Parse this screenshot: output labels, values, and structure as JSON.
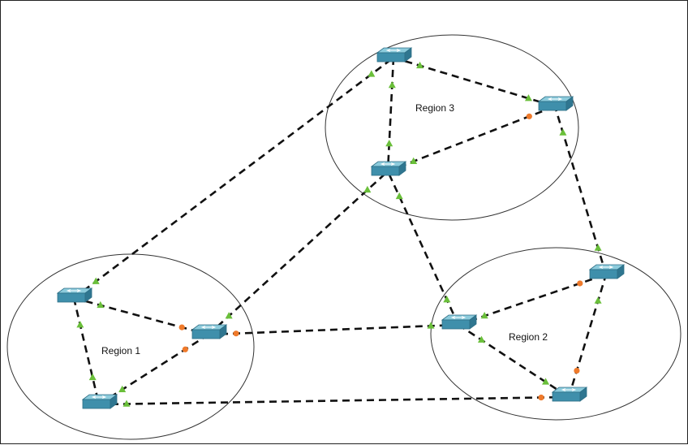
{
  "regions": [
    {
      "id": "r1",
      "label": "Region 1"
    },
    {
      "id": "r2",
      "label": "Region 2"
    },
    {
      "id": "r3",
      "label": "Region 3"
    }
  ],
  "switches": [
    {
      "id": "s1a",
      "region": "r1",
      "icon": "network-switch-icon"
    },
    {
      "id": "s1b",
      "region": "r1",
      "icon": "network-switch-icon"
    },
    {
      "id": "s1c",
      "region": "r1",
      "icon": "network-switch-icon"
    },
    {
      "id": "s2a",
      "region": "r2",
      "icon": "network-switch-icon"
    },
    {
      "id": "s2b",
      "region": "r2",
      "icon": "network-switch-icon"
    },
    {
      "id": "s2c",
      "region": "r2",
      "icon": "network-switch-icon"
    },
    {
      "id": "s3a",
      "region": "r3",
      "icon": "network-switch-icon"
    },
    {
      "id": "s3b",
      "region": "r3",
      "icon": "network-switch-icon"
    },
    {
      "id": "s3c",
      "region": "r3",
      "icon": "network-switch-icon"
    }
  ],
  "links": [
    {
      "from": "s1a",
      "to": "s1b",
      "from_end": "up",
      "to_end": "down"
    },
    {
      "from": "s1a",
      "to": "s1c",
      "from_end": "up",
      "to_end": "up"
    },
    {
      "from": "s1b",
      "to": "s1c",
      "from_end": "down",
      "to_end": "up"
    },
    {
      "from": "s1c",
      "to": "s2c",
      "from_end": "up",
      "to_end": "down"
    },
    {
      "from": "s1b",
      "to": "s2a",
      "from_end": "down",
      "to_end": "up"
    },
    {
      "from": "s1b",
      "to": "s3c",
      "from_end": "up",
      "to_end": "up"
    },
    {
      "from": "s1a",
      "to": "s3a",
      "from_end": "up",
      "to_end": "up"
    },
    {
      "from": "s2a",
      "to": "s2b",
      "from_end": "up",
      "to_end": "down"
    },
    {
      "from": "s2a",
      "to": "s2c",
      "from_end": "up",
      "to_end": "up"
    },
    {
      "from": "s2c",
      "to": "s2b",
      "from_end": "down",
      "to_end": "up"
    },
    {
      "from": "s2a",
      "to": "s3c",
      "from_end": "up",
      "to_end": "up"
    },
    {
      "from": "s2b",
      "to": "s3b",
      "from_end": "up",
      "to_end": "up"
    },
    {
      "from": "s3a",
      "to": "s3b",
      "from_end": "up",
      "to_end": "up"
    },
    {
      "from": "s3a",
      "to": "s3c",
      "from_end": "up",
      "to_end": "up"
    },
    {
      "from": "s3c",
      "to": "s3b",
      "from_end": "up",
      "to_end": "down"
    }
  ],
  "legend_colors": {
    "up_port": "#6abf3a",
    "down_port": "#ef7a2b",
    "switch_top": "#8ccbdc",
    "switch_front": "#3f8fab"
  }
}
